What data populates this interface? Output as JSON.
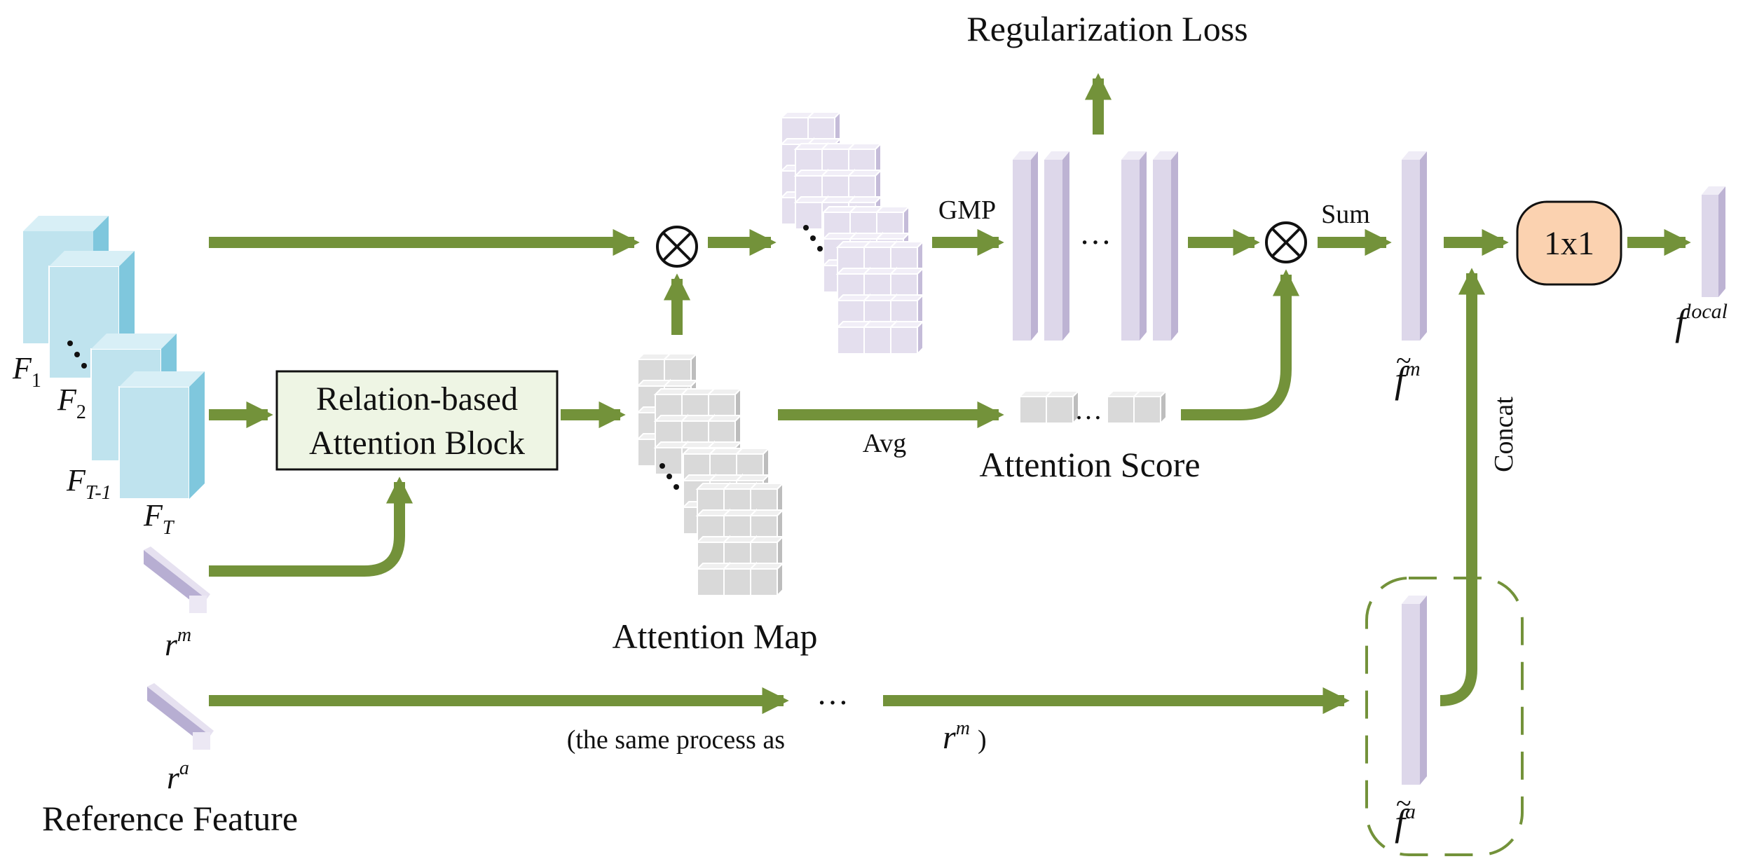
{
  "labels": {
    "regularization_loss": "Regularization Loss",
    "gmp": "GMP",
    "sum": "Sum",
    "avg": "Avg",
    "attention_score": "Attention Score",
    "attention_map": "Attention Map",
    "concat": "Concat",
    "conv_1x1": "1x1",
    "same_process": "(the same process as",
    "reference_feature": "Reference Feature",
    "block_line1": "Relation-based",
    "block_line2": "Attention Block",
    "ellipsis": "…",
    "close_paren": ")"
  },
  "symbols": {
    "F1": "F",
    "F1_sub": "1",
    "F2": "F",
    "F2_sub": "2",
    "FT1": "F",
    "FT1_sub": "T-1",
    "FT": "F",
    "FT_sub": "T",
    "rm": "r",
    "rm_sup": "m",
    "ra": "r",
    "ra_sup": "a",
    "fm": "f",
    "fm_sup": "m",
    "fa": "f",
    "fa_sup": "a",
    "flocal": "f",
    "flocal_sup": "local",
    "tilde": "~"
  },
  "colors": {
    "arrow": "#73923a",
    "input_block": "#bfe3ee",
    "lavender": "#ddd7ea",
    "grey": "#d6d6d6",
    "attention_block": "#eef5e4",
    "conv_fill": "#fbd2b0"
  }
}
